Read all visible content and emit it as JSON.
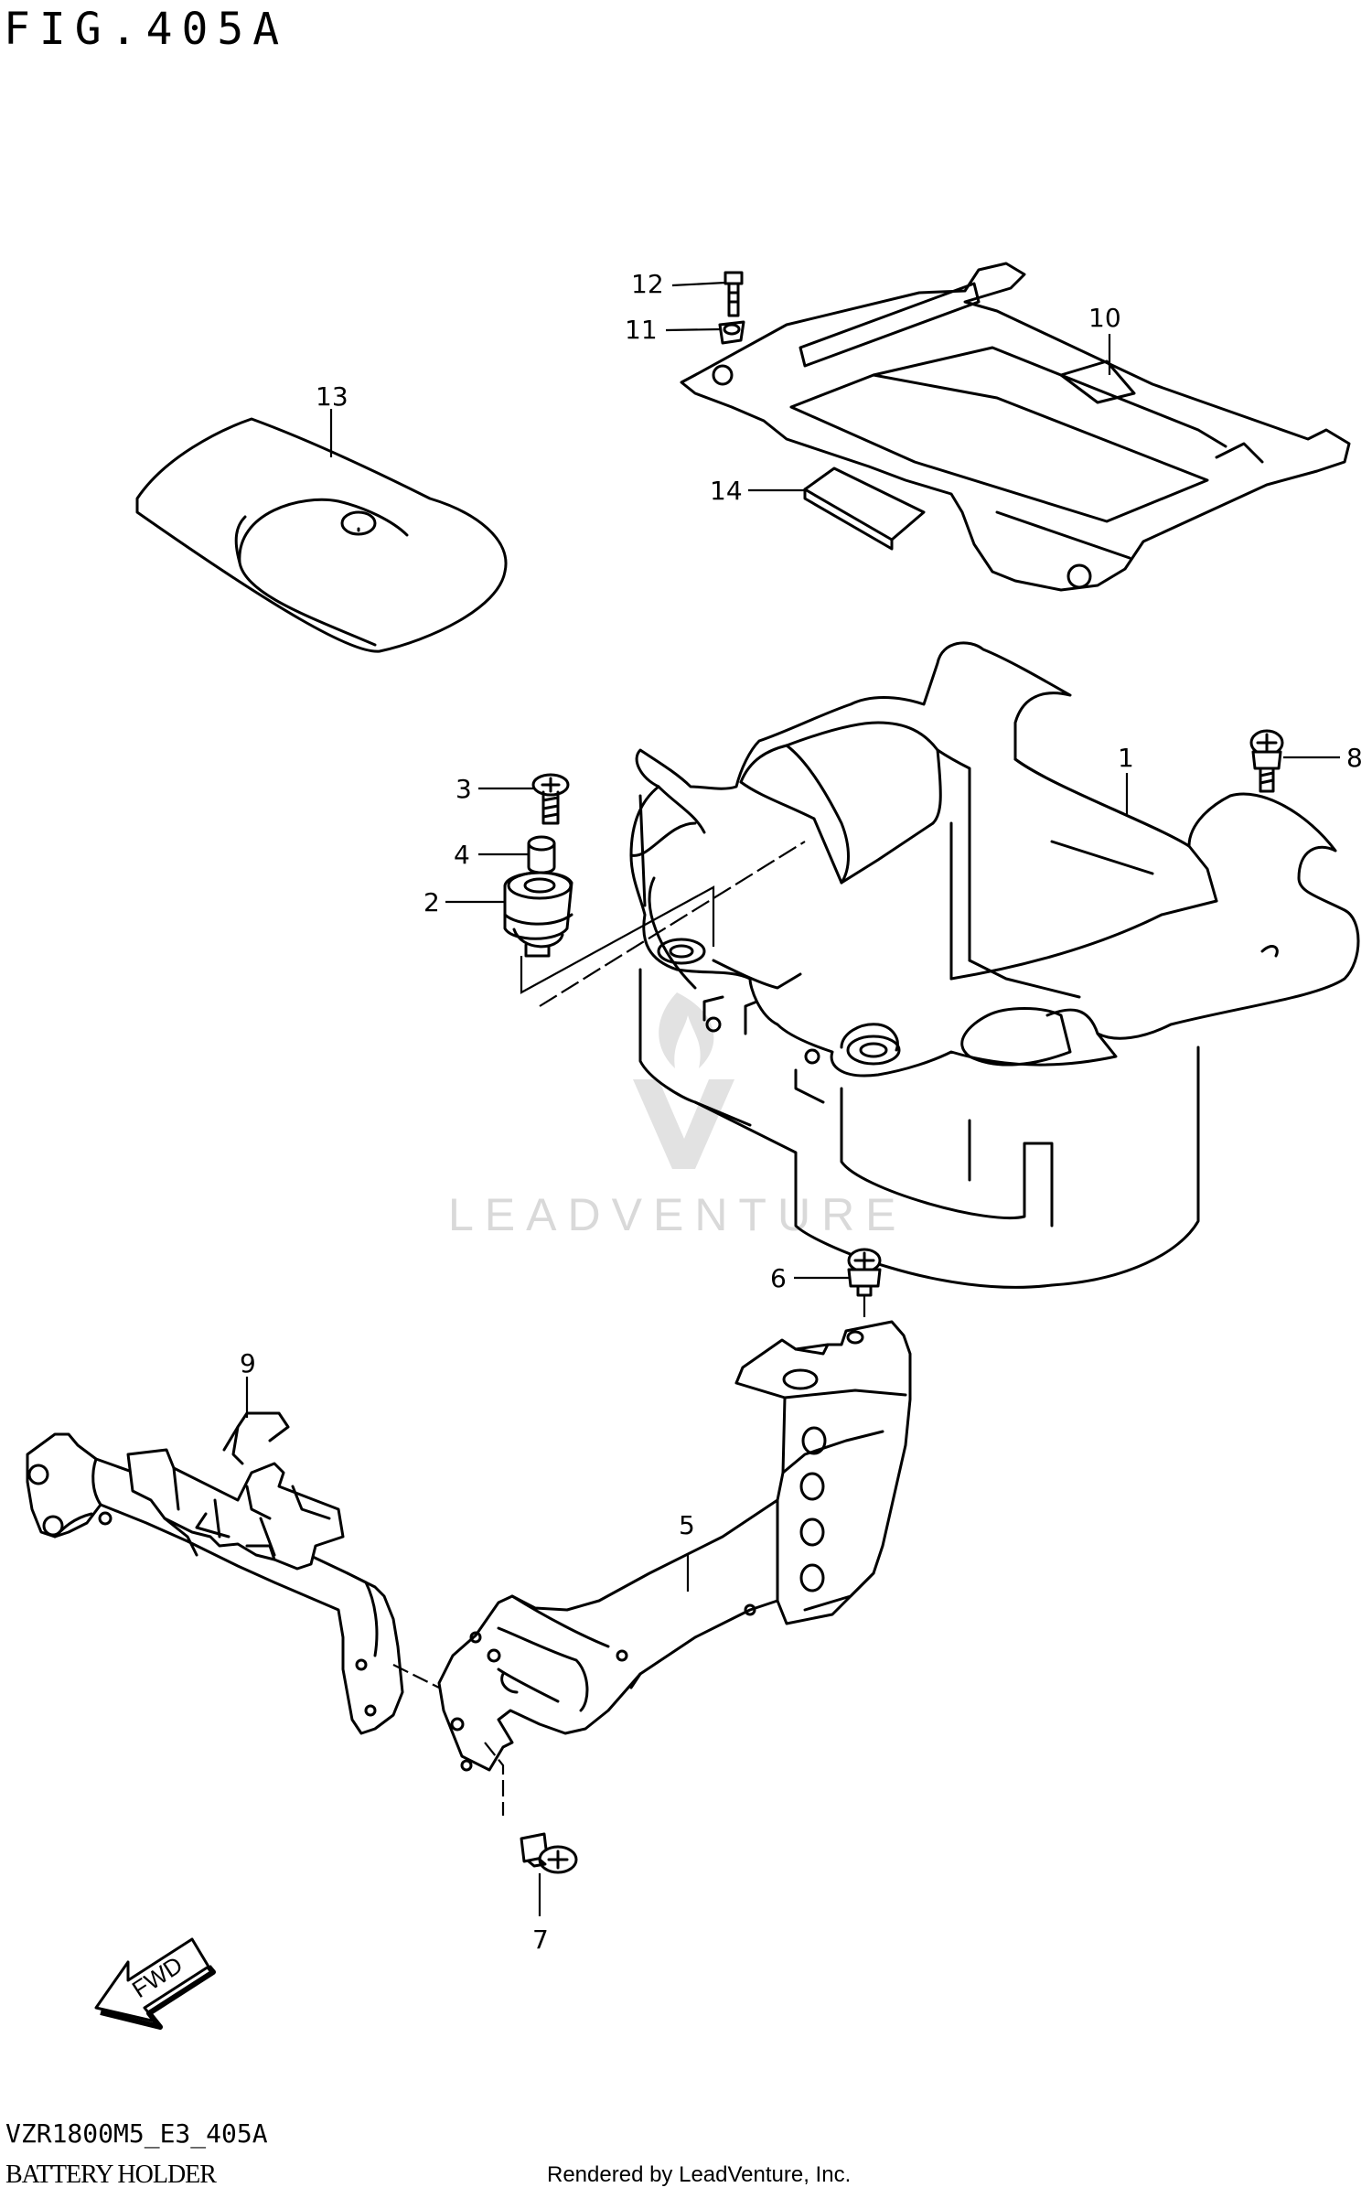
{
  "header": {
    "figure_title": "FIG.405A"
  },
  "footer": {
    "model_code": "VZR1800M5_E3_405A",
    "caption": "BATTERY HOLDER",
    "rendered_by": "Rendered by LeadVenture, Inc."
  },
  "watermark": {
    "text": "LEADVENTURE",
    "color": "#d9d9d9"
  },
  "fwd_label": "FWD",
  "callouts": {
    "c1": "1",
    "c2": "2",
    "c3": "3",
    "c4": "4",
    "c5": "5",
    "c6": "6",
    "c7": "7",
    "c8": "8",
    "c9": "9",
    "c10": "10",
    "c11": "11",
    "c12": "12",
    "c13": "13",
    "c14": "14"
  }
}
